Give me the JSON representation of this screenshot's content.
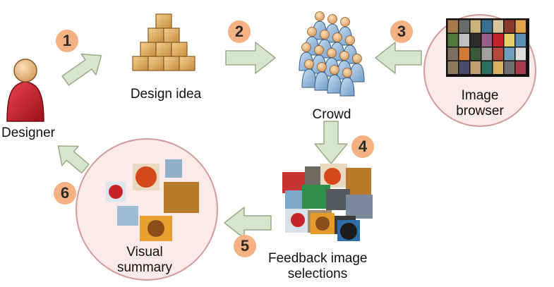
{
  "labels": {
    "designer": "Designer",
    "design_idea": "Design idea",
    "crowd": "Crowd",
    "image_browser_line1": "Image",
    "image_browser_line2": "browser",
    "feedback_line1": "Feedback image",
    "feedback_line2": "selections",
    "visual_summary_line1": "Visual",
    "visual_summary_line2": "summary"
  },
  "steps": [
    "1",
    "2",
    "3",
    "4",
    "5",
    "6"
  ],
  "colors": {
    "arrow_fill": "#d9e4cc",
    "arrow_stroke": "#9aaa88",
    "step_badge": "#f4b183",
    "circle_fill": "#fbeaea",
    "circle_stroke": "#d39a9a",
    "person_body": "#c9202a",
    "crowd_body": "#8fb4d9",
    "skin": "#f0c090",
    "box": "#d9a45a"
  },
  "icons": {
    "designer": "person-icon",
    "design_idea": "boxes-pyramid-icon",
    "crowd": "crowd-icon",
    "image_browser": "image-grid-icon",
    "feedback": "image-collage-icon",
    "visual_summary": "image-collage-icon"
  }
}
